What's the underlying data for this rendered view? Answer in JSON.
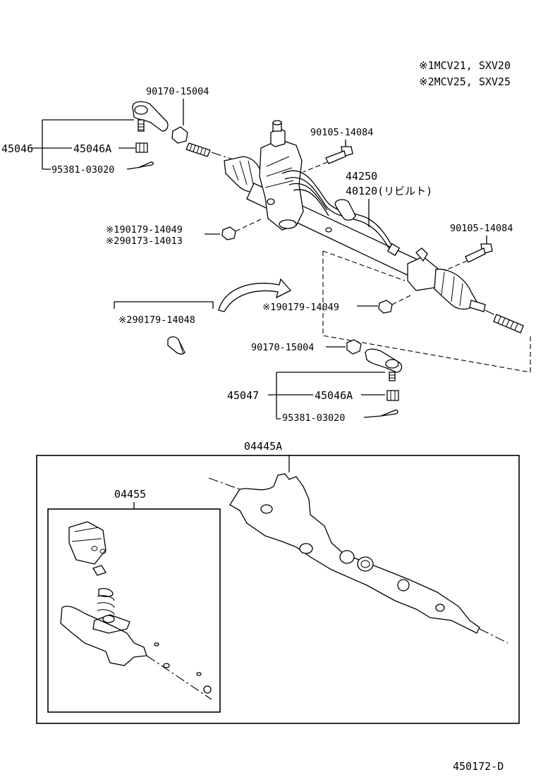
{
  "notes": {
    "note1": "※1MCV21, SXV20",
    "note2": "※2MCV25, SXV25"
  },
  "labels": {
    "l45046": "45046",
    "l45046a_top": "45046A",
    "l95381_top": "95381-03020",
    "l90170_top": "90170-15004",
    "l90105_top": "90105-14084",
    "l44250": "44250",
    "l40120": "40120(リビルト)",
    "l90179_14049_a": "※190179-14049",
    "l90173_14013": "※290173-14013",
    "l90105_right": "90105-14084",
    "l90179_14049_b": "※190179-14049",
    "l90179_14048": "※290179-14048",
    "l90170_bottom": "90170-15004",
    "l45047": "45047",
    "l45046a_bottom": "45046A",
    "l95381_bottom": "95381-03020",
    "l04445a": "04445A",
    "l04455": "04455",
    "drawing_code": "450172-D"
  }
}
